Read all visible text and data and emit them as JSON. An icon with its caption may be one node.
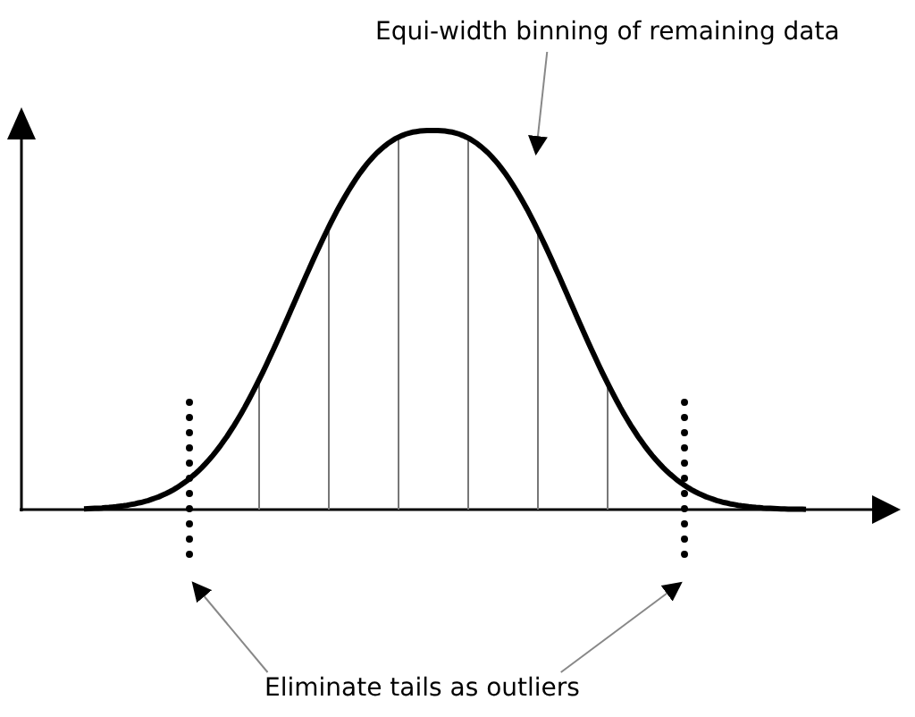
{
  "diagram": {
    "nodes": [
      {
        "text": [
          "Equi-width binning of remaining data"
        ]
      },
      {
        "text": [],
        "shape": "curve"
      },
      {
        "text": [
          "Eliminate tails as outliers"
        ]
      },
      {
        "text": [],
        "shape": "line"
      },
      {
        "text": [],
        "shape": "line"
      }
    ],
    "edges": [
      {
        "from": 0,
        "to": 1,
        "arrow": "to"
      },
      {
        "from": 2,
        "to": 3,
        "arrow": "to"
      },
      {
        "from": 2,
        "to": 4,
        "arrow": "to"
      }
    ]
  }
}
